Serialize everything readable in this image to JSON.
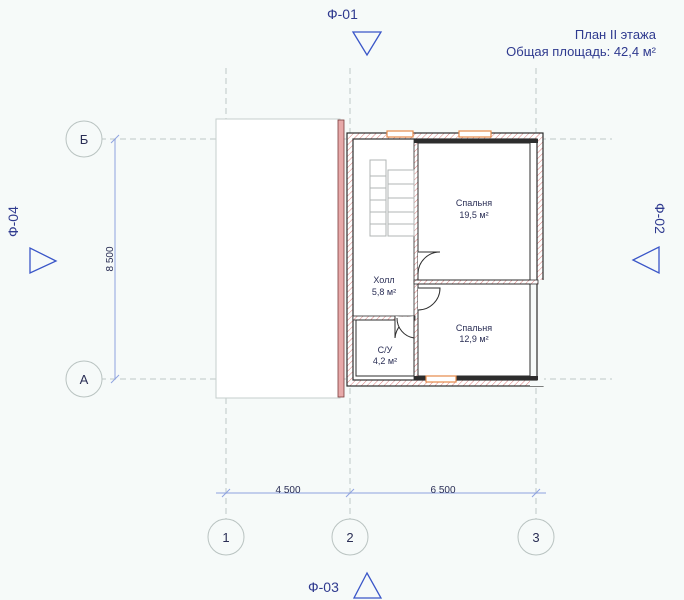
{
  "title": {
    "line1": "План II этажа",
    "line2": "Общая площадь: 42,4 м²"
  },
  "facades": {
    "top": "Ф-01",
    "right": "Ф-02",
    "bottom": "Ф-03",
    "left": "Ф-04"
  },
  "axes": {
    "vertical": [
      "1",
      "2",
      "3"
    ],
    "horizontal": [
      "Б",
      "А"
    ]
  },
  "dimensions": {
    "span_1_2": "4 500",
    "span_2_3": "6 500",
    "span_A_B": "8 500"
  },
  "rooms": [
    {
      "name": "Спальня",
      "area": "19,5 м²"
    },
    {
      "name": "Холл",
      "area": "5,8 м²"
    },
    {
      "name": "Спальня",
      "area": "12,9 м²"
    },
    {
      "name": "С/У",
      "area": "4,2 м²"
    }
  ],
  "colors": {
    "accent": "#2a3b95",
    "window": "#e58a4a",
    "grid": "#bfc8c6"
  }
}
